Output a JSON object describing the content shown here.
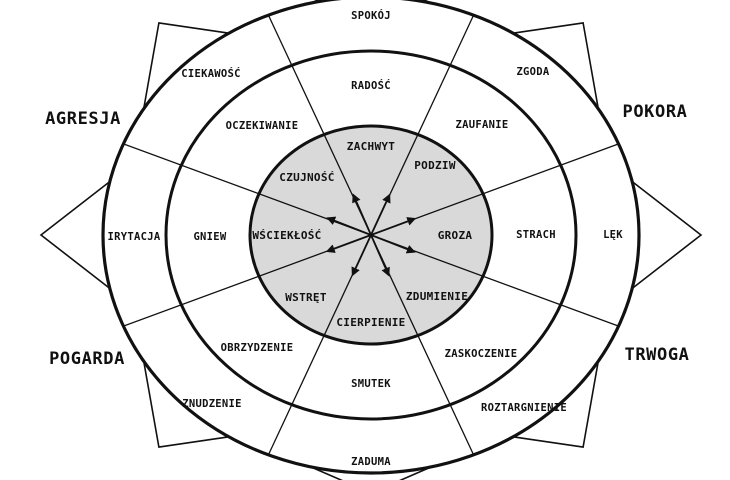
{
  "diagram": {
    "colors": {
      "ink": "#111111",
      "core_fill": "#d9d9d9",
      "background": "#ffffff"
    },
    "dyads": [
      {
        "key": "aggression",
        "label": "AGRESJA"
      },
      {
        "key": "submission",
        "label": "POKORA"
      },
      {
        "key": "contempt",
        "label": "POGARDA"
      },
      {
        "key": "awe",
        "label": "TRWOGA"
      }
    ],
    "outer_ring": [
      {
        "key": "top",
        "label": "SPOKÓJ"
      },
      {
        "key": "upper-right",
        "label": "ZGODA"
      },
      {
        "key": "right",
        "label": "LĘK"
      },
      {
        "key": "lower-right",
        "label": "ROZTARGNIENIE"
      },
      {
        "key": "bottom",
        "label": "ZADUMA"
      },
      {
        "key": "lower-left",
        "label": "ZNUDZENIE"
      },
      {
        "key": "left",
        "label": "IRYTACJA"
      },
      {
        "key": "upper-left",
        "label": "CIEKAWOŚĆ"
      }
    ],
    "middle_ring": [
      {
        "key": "top",
        "label": "RADOŚĆ"
      },
      {
        "key": "upper-right",
        "label": "ZAUFANIE"
      },
      {
        "key": "right",
        "label": "STRACH"
      },
      {
        "key": "lower-right",
        "label": "ZASKOCZENIE"
      },
      {
        "key": "bottom",
        "label": "SMUTEK"
      },
      {
        "key": "lower-left",
        "label": "OBRZYDZENIE"
      },
      {
        "key": "left",
        "label": "GNIEW"
      },
      {
        "key": "upper-left",
        "label": "OCZEKIWANIE"
      }
    ],
    "core": [
      {
        "key": "top",
        "label": "ZACHWYT"
      },
      {
        "key": "upper-right",
        "label": "PODZIW"
      },
      {
        "key": "right",
        "label": "GROZA"
      },
      {
        "key": "lower-right",
        "label": "ZDUMIENIE"
      },
      {
        "key": "bottom",
        "label": "CIERPIENIE"
      },
      {
        "key": "lower-left",
        "label": "WSTRĘT"
      },
      {
        "key": "left",
        "label": "WŚCIEKŁOŚĆ"
      },
      {
        "key": "upper-left",
        "label": "CZUJNOŚĆ"
      }
    ]
  }
}
